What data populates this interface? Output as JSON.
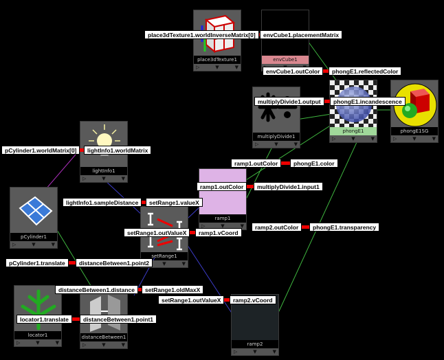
{
  "nodes": {
    "place3dTexture1": "place3dTexture1",
    "envCube1": "envCube1",
    "phongE1": "phongE1",
    "phongE1SG": "phongE1SG",
    "multiplyDivide1": "multiplyDivide1",
    "lightInfo1": "lightInfo1",
    "pCylinder1": "pCylinder1",
    "ramp1": "ramp1",
    "setRange1": "setRange1",
    "locator1": "locator1",
    "distanceBetween1": "distanceBetween1",
    "ramp2": "ramp2"
  },
  "connections": {
    "c1_src": "place3dTexture1.worldInverseMatrix[0]",
    "c1_dst": "envCube1.placementMatrix",
    "c2_src": "envCube1.outColor",
    "c2_dst": "phongE1.reflectedColor",
    "c3_src": "multiplyDivide1.output",
    "c3_dst": "phongE1.incandescence",
    "c4_src": "pCylinder1.worldMatrix[0]",
    "c4_dst": "lightInfo1.worldMatrix",
    "c5_src": "ramp1.outColor",
    "c5_dst": "phongE1.color",
    "c6_src": "ramp1.outColor",
    "c6_dst": "multiplyDivide1.input1",
    "c7_src": "lightInfo1.sampleDistance",
    "c7_dst": "setRange1.valueX",
    "c8_src": "ramp2.outColor",
    "c8_dst": "phongE1.transparency",
    "c9_src": "setRange1.outValueX",
    "c9_dst": "ramp1.vCoord",
    "c10_src": "pCylinder1.translate",
    "c10_dst": "distanceBetween1.point2",
    "c11_src": "distanceBetween1.distance",
    "c11_dst": "setRange1.oldMaxX",
    "c12_src": "setRange1.outValueX",
    "c12_dst": "ramp2.vCoord",
    "c13_src": "locator1.translate",
    "c13_dst": "distanceBetween1.point1"
  },
  "node_bar": {
    "left": "▷",
    "mid": "▼",
    "right": "▼"
  },
  "colors": {
    "swatch_bg": "#5a5a5a",
    "ramp1": "#deb3e6",
    "ramp2": "#1d2326",
    "envCube_label_bg": "#d9878f",
    "phong_label_bg": "#a0d89a",
    "wire_green": "#3fb63f",
    "wire_blue": "#3c3cc8",
    "wire_magenta": "#b030c0"
  },
  "icons": {
    "place3dTexture1": "wireframe-cube-icon",
    "phongE1": "checker-sphere-icon",
    "phongE1SG": "shading-group-icon",
    "multiplyDivide1": "multiply-divide-icon",
    "lightInfo1": "light-bulb-icon",
    "pCylinder1": "polygon-mesh-icon",
    "setRange1": "set-range-icon",
    "locator1": "locator-icon",
    "distanceBetween1": "distance-between-icon"
  }
}
